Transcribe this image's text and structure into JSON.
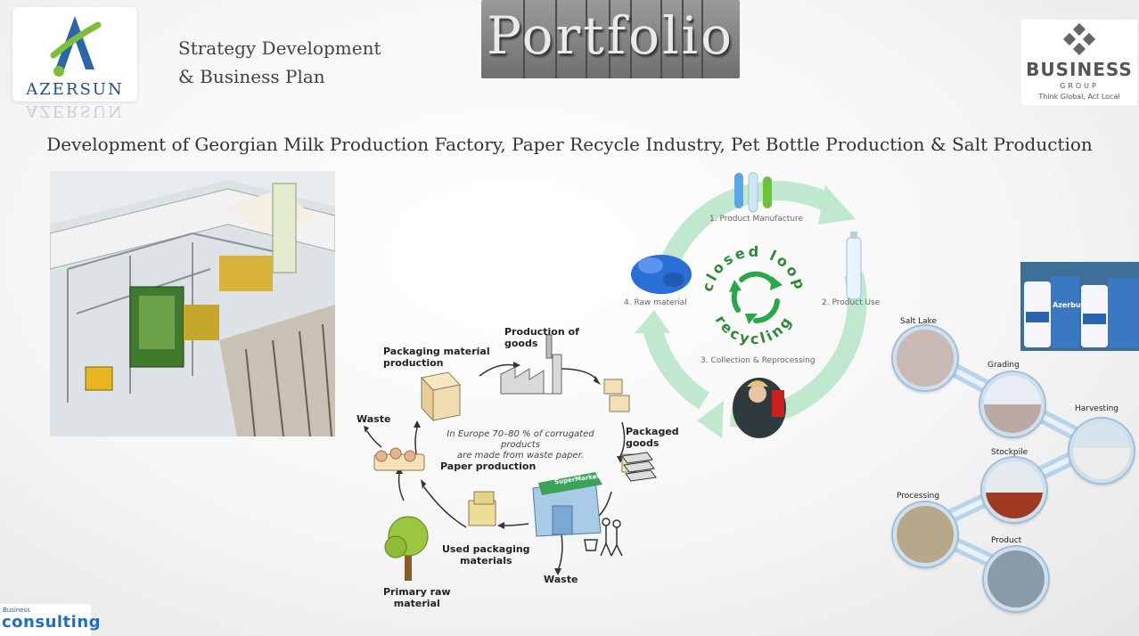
{
  "header": {
    "company_logo_text": "AZERSUN",
    "strategy_line1": "Strategy Development",
    "strategy_line2": "& Business Plan",
    "banner_text": "Portfolio",
    "partner_logo_name": "BUSINESS",
    "partner_logo_sub": "GROUP",
    "partner_logo_tagline": "Think Global, Act Local"
  },
  "main_heading": "Development of Georgian Milk Production Factory, Paper Recycle Industry, Pet Bottle Production & Salt Production",
  "paper_cycle": {
    "packaging_material_production": [
      "Packaging material",
      "production"
    ],
    "production_of_goods": [
      "Production of",
      "goods"
    ],
    "packaged_goods": [
      "Packaged",
      "goods"
    ],
    "waste_top": "Waste",
    "paper_production": "Paper production",
    "note": [
      "In Europe 70–80 % of corrugated products",
      "are made from waste paper."
    ],
    "used_packaging": [
      "Used packaging",
      "materials"
    ],
    "waste_bottom": "Waste",
    "primary_raw": [
      "Primary raw",
      "material"
    ],
    "supermarket_sign": "SuperMarket"
  },
  "closed_loop": {
    "step1": "1. Product Manufacture",
    "step2": "2. Product Use",
    "step3": "3. Collection & Reprocessing",
    "step4": "4. Raw material",
    "arc_top": "closed loop",
    "arc_bottom": "recycling",
    "colors": {
      "arrow": "#bfe8cf",
      "recycle": "#2aa748"
    }
  },
  "salt": {
    "photo_brand": "Azerbut",
    "steps": [
      "Salt Lake",
      "Grading",
      "Harvesting",
      "Stockpile",
      "Processing",
      "Product"
    ]
  },
  "footer": {
    "consulting_small": "Business",
    "consulting_main": "consulting"
  }
}
